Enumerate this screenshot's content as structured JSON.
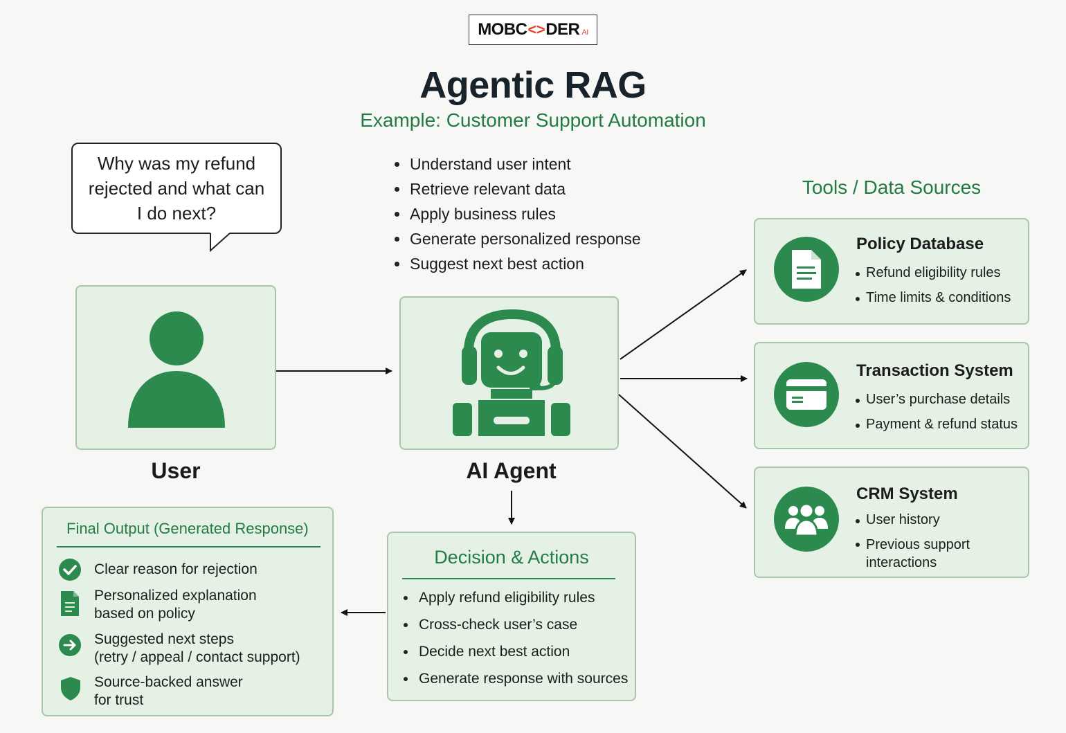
{
  "logo": {
    "pre": "MOBC",
    "tag": "<>",
    "post": "DER",
    "suffix": "AI"
  },
  "title": "Agentic RAG",
  "subtitle": "Example: Customer Support Automation",
  "user_query": "Why was my refund rejected and what can I do next?",
  "user": {
    "label": "User"
  },
  "agent": {
    "label": "AI Agent",
    "steps": [
      "Understand user intent",
      "Retrieve relevant data",
      "Apply business rules",
      "Generate personalized response",
      "Suggest next best action"
    ]
  },
  "tools": {
    "header": "Tools / Data Sources",
    "items": [
      {
        "name": "Policy Database",
        "icon": "document-icon",
        "bullets": [
          "Refund eligibility rules",
          "Time limits & conditions"
        ]
      },
      {
        "name": "Transaction System",
        "icon": "credit-card-icon",
        "bullets": [
          "User’s purchase details",
          "Payment & refund status"
        ]
      },
      {
        "name": "CRM System",
        "icon": "users-icon",
        "bullets": [
          "User history",
          "Previous support\ninteractions"
        ]
      }
    ]
  },
  "decision": {
    "title": "Decision & Actions",
    "items": [
      "Apply refund eligibility rules",
      "Cross-check user’s case",
      "Decide next best action",
      "Generate response with sources"
    ]
  },
  "output": {
    "title": "Final Output (Generated Response)",
    "items": [
      {
        "text": "Clear reason for rejection",
        "icon": "check-circle-icon"
      },
      {
        "text": "Personalized explanation\nbased on policy",
        "icon": "document-icon"
      },
      {
        "text": "Suggested next steps\n(retry / appeal / contact support)",
        "icon": "arrow-right-circle-icon"
      },
      {
        "text": "Source-backed answer\nfor trust",
        "icon": "shield-icon"
      }
    ]
  },
  "colors": {
    "accent": "#2d8a4e",
    "card_bg": "#e6f1e6",
    "card_border": "#a9c6ad",
    "heading_green": "#237b44"
  }
}
